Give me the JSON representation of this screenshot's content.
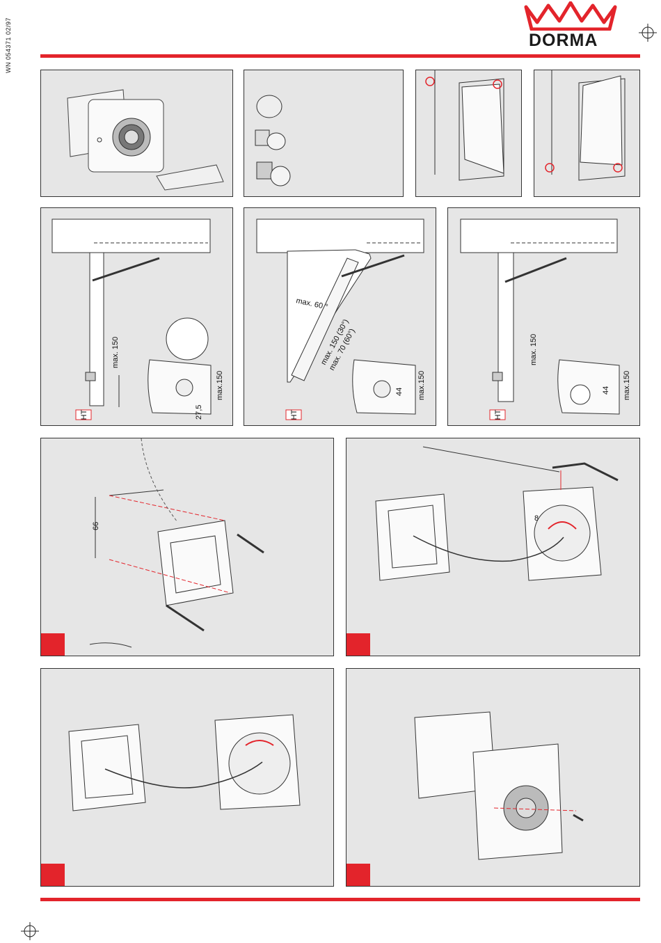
{
  "document_id": "WN 054371  02/97",
  "brand": {
    "name": "DORMA",
    "accent": "#e3242b"
  },
  "panel_4": {
    "max_dim": "max. 150",
    "depth": "27,5",
    "height": "max.150",
    "ht": "HT"
  },
  "panel_5": {
    "angle": "max. 60 °",
    "dim_a": "max. 150 (30°)",
    "dim_b": "max. 70 (60°)",
    "d44": "44",
    "height": "max.150",
    "ht": "HT"
  },
  "panel_6": {
    "max_dim": "max. 150",
    "d44": "44",
    "height": "max.150",
    "ht": "HT"
  },
  "panel_7": {
    "dim_66": "66"
  },
  "panel_8": {
    "dim_8": "8"
  },
  "icons": [
    "registration-mark-icon",
    "crown-logo-icon",
    "wire-icon"
  ]
}
